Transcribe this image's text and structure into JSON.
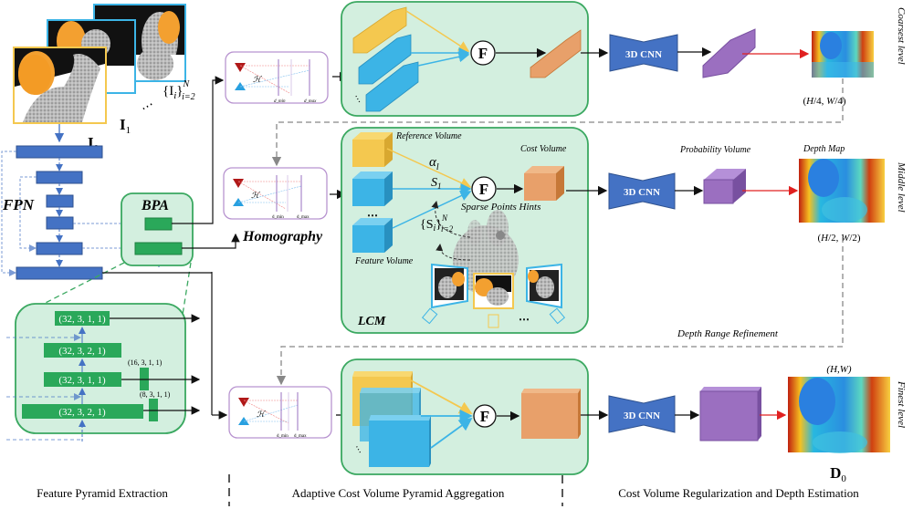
{
  "input_images": {
    "ref_label": "I",
    "ref_sub": "0",
    "src1_label": "I",
    "src1_sub": "1",
    "set_label": "{I",
    "set_sub": "i",
    "set_sup": "N",
    "set_range": "i=2",
    "ellipsis": "⋯"
  },
  "fpn": {
    "label": "FPN"
  },
  "bpa": {
    "label": "BPA",
    "layers": [
      {
        "label": "(32, 3, 1, 1)"
      },
      {
        "label": "(32, 3, 2, 1)"
      },
      {
        "label": "(32, 3, 1, 1)"
      },
      {
        "label": "(32, 3, 2, 1)"
      }
    ],
    "side_convs": [
      {
        "label": "(16, 3, 1, 1)"
      },
      {
        "label": "(8, 3, 1, 1)"
      }
    ]
  },
  "homography": {
    "label": "Homography",
    "h_symbol": "ℋ",
    "dmin": "d_min",
    "dmax": "d_max"
  },
  "lcm": {
    "label": "LCM",
    "reference_volume": "Reference Volume",
    "feature_volume": "Feature Volume",
    "cost_volume": "Cost Volume",
    "alpha": "α",
    "alpha_sub": "l",
    "s1": "S",
    "s1_sub": "1",
    "si_set": "{S",
    "si_sub": "i",
    "si_sup": "N",
    "si_range": "i=2",
    "sparse_hints": "Sparse Points Hints",
    "fusion_symbol": "F",
    "ellipsis": "⋯"
  },
  "regularization": {
    "cnn_label": "3D CNN",
    "probability_volume": "Probability Volume",
    "depth_map": "Depth Map",
    "depth_range_refinement": "Depth Range Refinement"
  },
  "levels": [
    {
      "name": "Coarsest level",
      "resolution_h": "H",
      "resolution_w": "W",
      "denominator": "4"
    },
    {
      "name": "Middle level",
      "resolution_h": "H",
      "resolution_w": "W",
      "denominator": "2"
    },
    {
      "name": "Finest level",
      "resolution": "(H,W)",
      "output": "D",
      "output_sub": "0"
    }
  ],
  "sections": [
    {
      "label": "Feature Pyramid Extraction"
    },
    {
      "label": "Adaptive Cost Volume Pyramid Aggregation"
    },
    {
      "label": "Cost Volume Regularization and Depth Estimation"
    }
  ],
  "colors": {
    "fpn_blue": "#4472c4",
    "bpa_green": "#2aa85a",
    "panel_green_fill": "#d3efdf",
    "panel_green_stroke": "#3aa860",
    "ref_yellow": "#f4c84f",
    "feat_blue": "#3cb4e6",
    "cost_orange": "#e8a06a",
    "prob_purple": "#9b6fc0",
    "homography_border": "#b894d0",
    "red_arrow": "#e02020"
  }
}
